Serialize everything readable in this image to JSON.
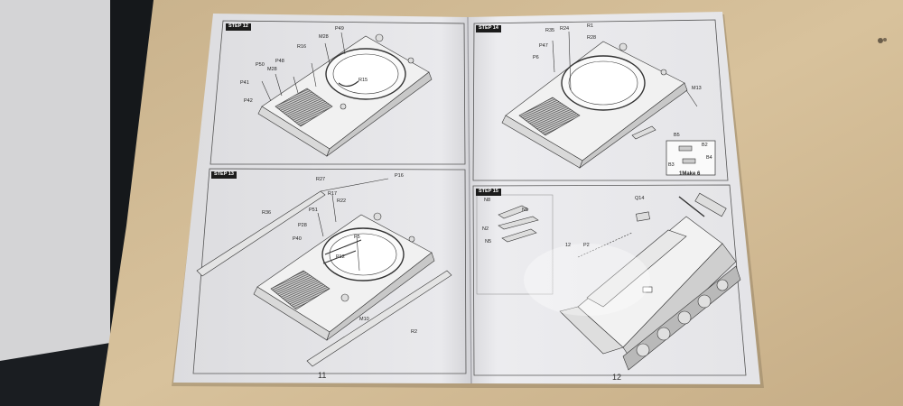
{
  "steps": {
    "s12": "STEP 12",
    "s13": "STEP 13",
    "s14": "STEP 14",
    "s15": "STEP 15"
  },
  "page_numbers": {
    "left": "11",
    "right": "12"
  },
  "step12_labels": [
    "P49",
    "M28",
    "R16",
    "P48",
    "P50",
    "M28",
    "P41",
    "P42",
    "R15"
  ],
  "step13_labels": [
    "R27",
    "P16",
    "R17",
    "R36",
    "P51",
    "R22",
    "P28",
    "P40",
    "P5",
    "P12",
    "M10",
    "R2"
  ],
  "step14_labels": [
    "R35",
    "R24",
    "R1",
    "R28",
    "P47",
    "P6",
    "M13",
    "B5",
    "B2",
    "B4",
    "B3"
  ],
  "step14_note": "1Make 6",
  "step15_labels": [
    "N8",
    "N1",
    "N2",
    "N5",
    "Q14",
    "P2",
    "12"
  ]
}
